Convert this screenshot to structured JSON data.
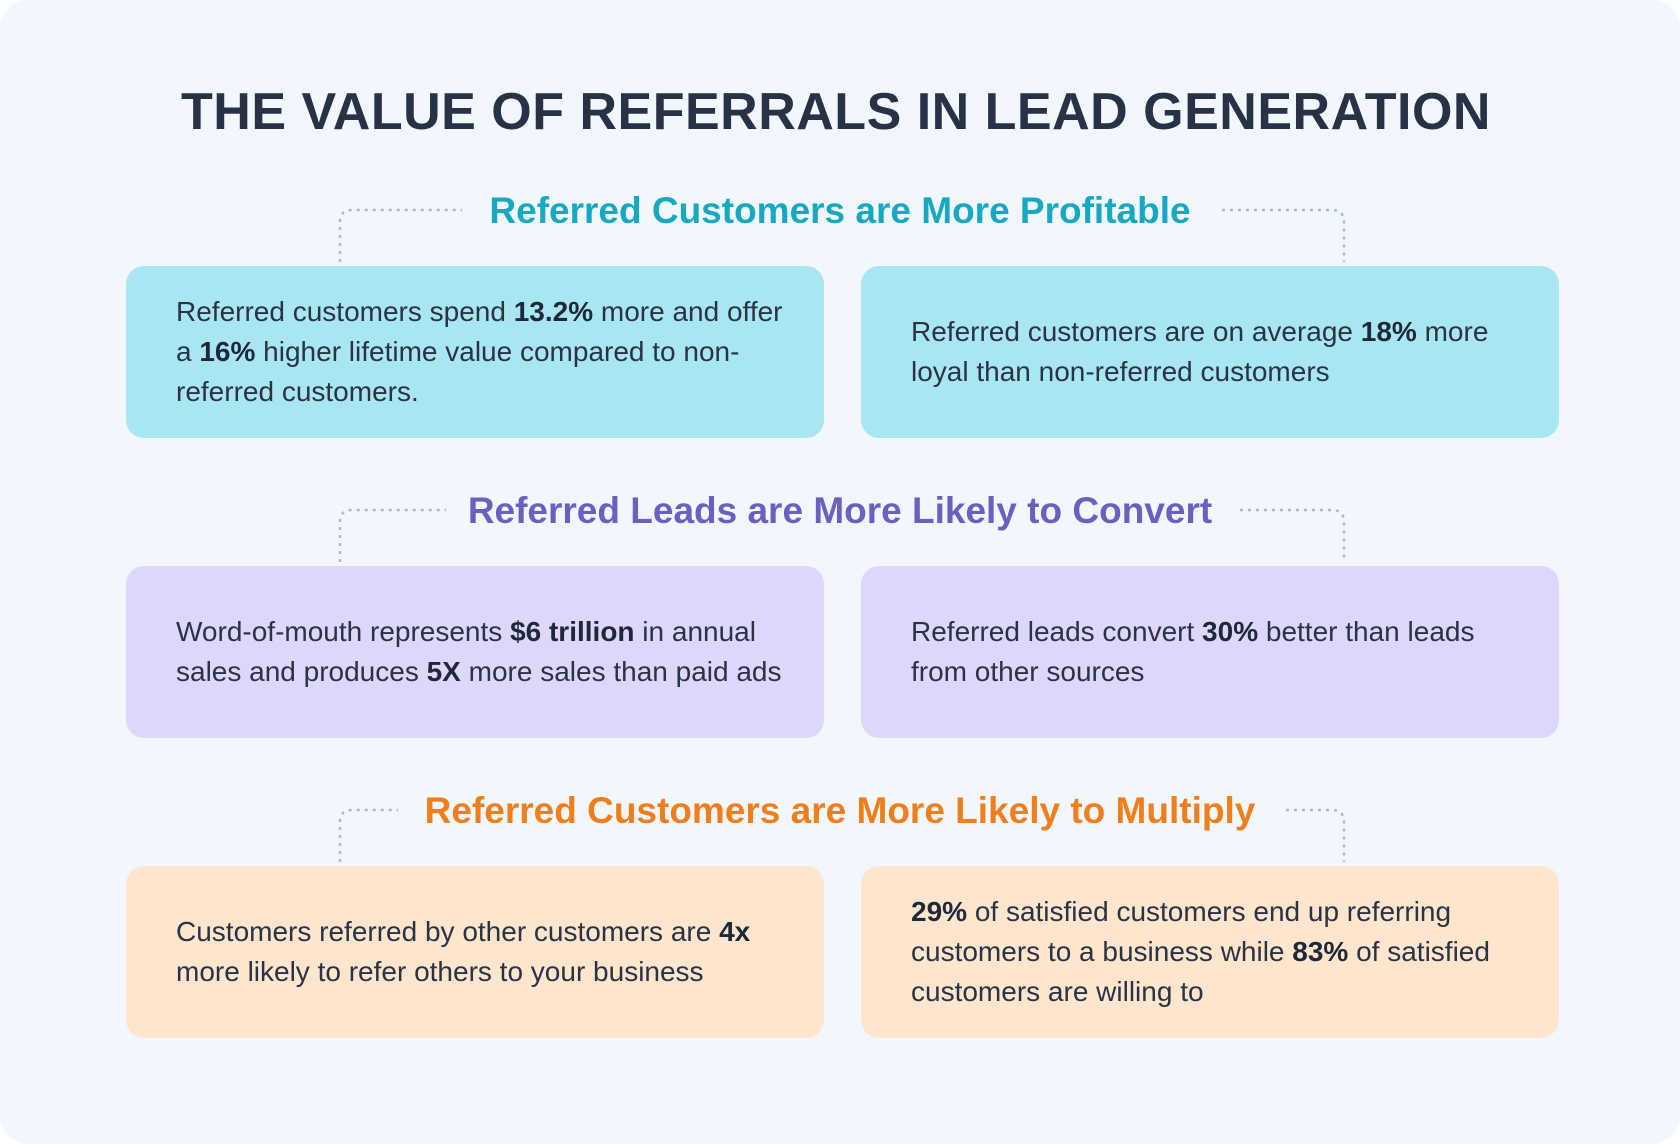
{
  "title": "THE VALUE OF REFERRALS IN LEAD GENERATION",
  "colors": {
    "background": "#f1f7fd",
    "title": "#273246",
    "teal_heading": "#17a9c2",
    "teal_box": "#a8e7f1",
    "purple_heading": "#6b5fbf",
    "purple_box": "#dcd7fb",
    "orange_heading": "#f07e1a",
    "orange_box": "#fee5cd"
  },
  "sections": [
    {
      "heading": "Referred Customers are More Profitable",
      "left": {
        "t1": "Referred customers spend ",
        "b1": "13.2%",
        "t2": " more and offer a ",
        "b2": "16%",
        "t3": " higher lifetime value compared to non-referred customers."
      },
      "right": {
        "t1": "Referred customers are on average ",
        "b1": "18%",
        "t2": " more loyal than non-referred customers"
      }
    },
    {
      "heading": "Referred Leads are More Likely to Convert",
      "left": {
        "t1": "Word-of-mouth represents ",
        "b1": "$6 trillion",
        "t2": " in annual sales and produces ",
        "b2": "5X",
        "t3": " more sales than paid ads"
      },
      "right": {
        "t1": "Referred leads convert ",
        "b1": "30%",
        "t2": " better than leads from other sources"
      }
    },
    {
      "heading": "Referred Customers are More Likely to Multiply",
      "left": {
        "t1": "Customers referred by other customers are ",
        "b1": "4x",
        "t2": " more likely to refer others to your business"
      },
      "right": {
        "b1": "29%",
        "t1": " of satisfied customers end up referring customers to a business while ",
        "b2": "83%",
        "t2": " of satisfied customers are willing to"
      }
    }
  ]
}
